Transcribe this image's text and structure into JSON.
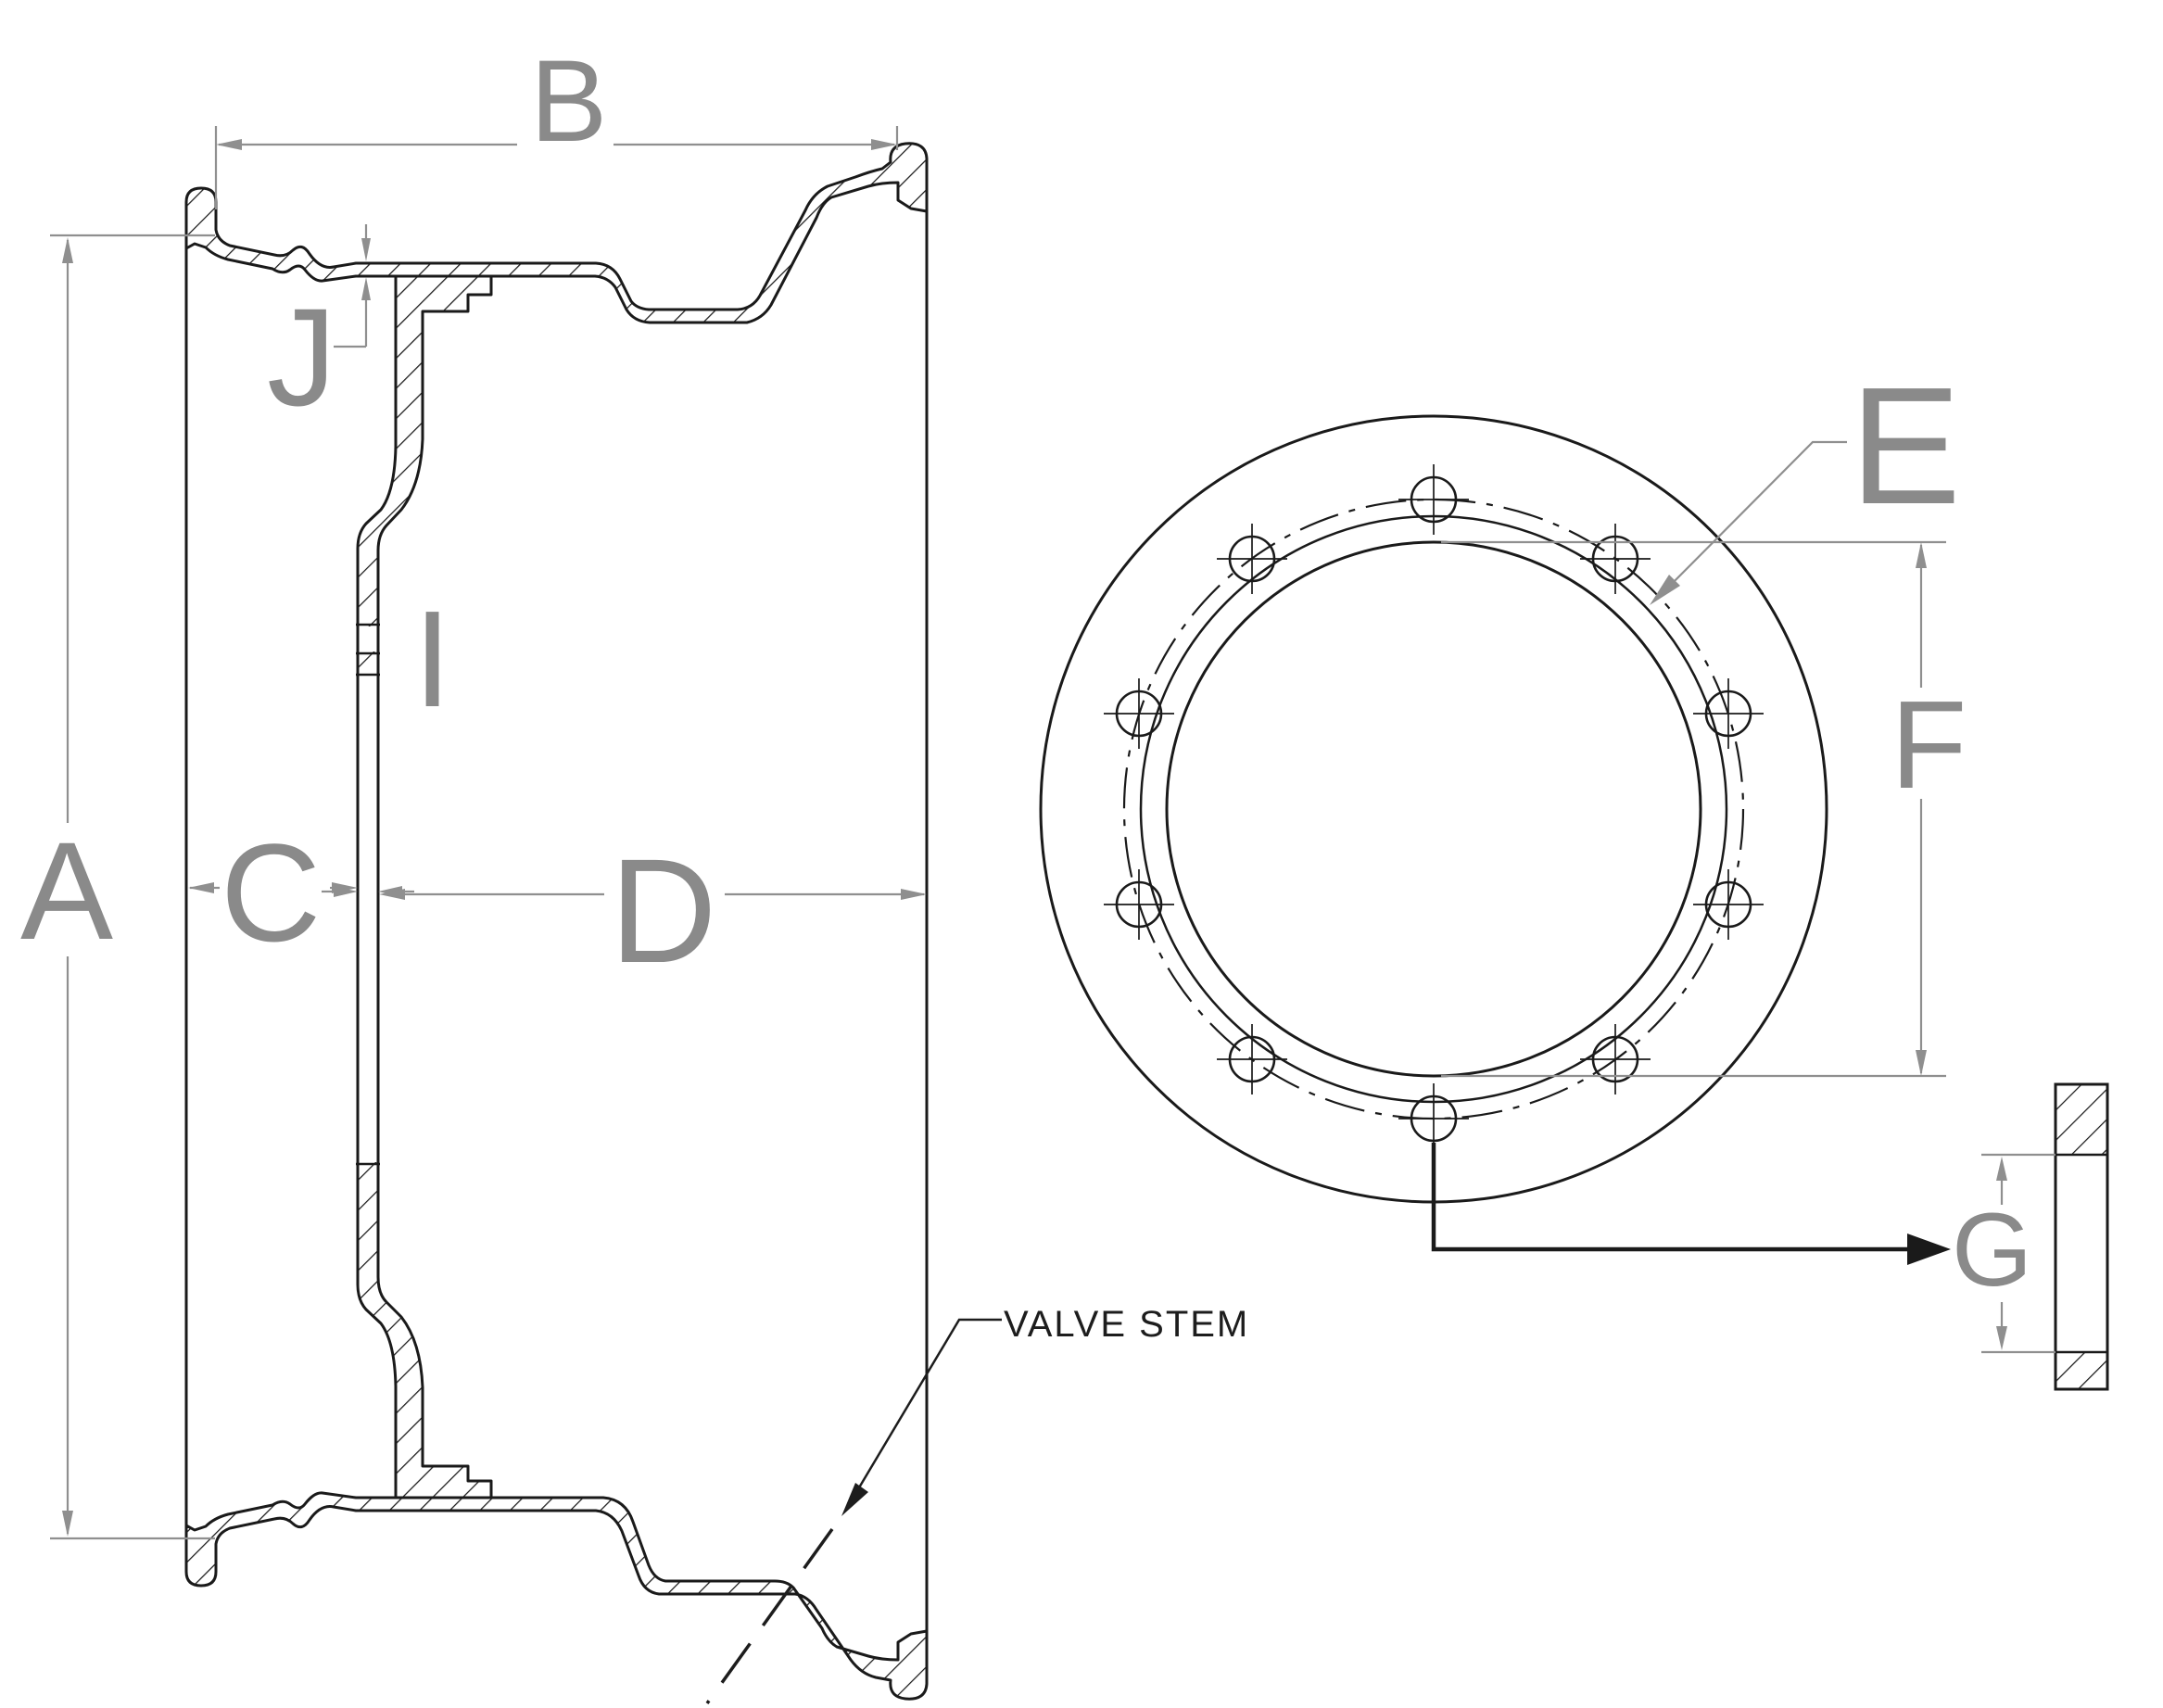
{
  "drawing": {
    "type": "wheel-rim-engineering-drawing",
    "labels": {
      "a": "A",
      "b": "B",
      "c": "C",
      "d": "D",
      "e": "E",
      "f": "F",
      "g": "G",
      "i": "I",
      "j": "J"
    },
    "callouts": {
      "valve_stem": "VALVE STEM"
    },
    "front_view": {
      "bolt_hole_count": 10
    },
    "colors": {
      "line": "#1a1a1a",
      "dimension": "#8a8a8a",
      "background": "#ffffff"
    }
  }
}
